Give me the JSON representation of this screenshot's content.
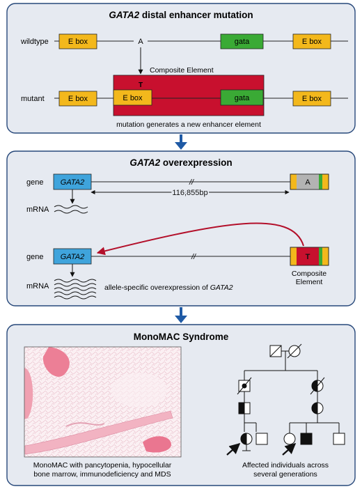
{
  "colors": {
    "panel_bg": "#e6eaf1",
    "panel_border": "#27487a",
    "down_arrow": "#1f5aa5",
    "ebox": "#f3b81c",
    "gata": "#3aaa35",
    "composite": "#c8102e",
    "gene": "#3fa4dc",
    "curve_arrow": "#b30f2a",
    "element_grey": "#b3b3b3"
  },
  "panel1": {
    "title_gene": "GATA2",
    "title_rest": "distal enhancer mutation",
    "wildtype_label": "wildtype",
    "mutant_label": "mutant",
    "ebox_label": "E box",
    "gata_label": "gata",
    "wt_base": "A",
    "mut_base": "T",
    "composite_label": "Composite Element",
    "caption": "mutation generates a new enhancer element"
  },
  "panel2": {
    "title_gene": "GATA2",
    "title_rest": "overexpression",
    "gene_label": "gene",
    "gene_name": "GATA2",
    "mrna_label": "mRNA",
    "distance": "116,855bp",
    "wt_base": "A",
    "mut_base": "T",
    "composite_label_line1": "Composite",
    "composite_label_line2": "Element",
    "caption_prefix": "allele-specific overexpression of",
    "caption_gene": "GATA2"
  },
  "panel3": {
    "title": "MonoMAC Syndrome",
    "histology_caption_line1": "MonoMAC with pancytopenia, hypocellular",
    "histology_caption_line2": "bone marrow, immunodeficiency and MDS",
    "pedigree_caption_line1": "Affected individuals across",
    "pedigree_caption_line2": "several generations"
  }
}
